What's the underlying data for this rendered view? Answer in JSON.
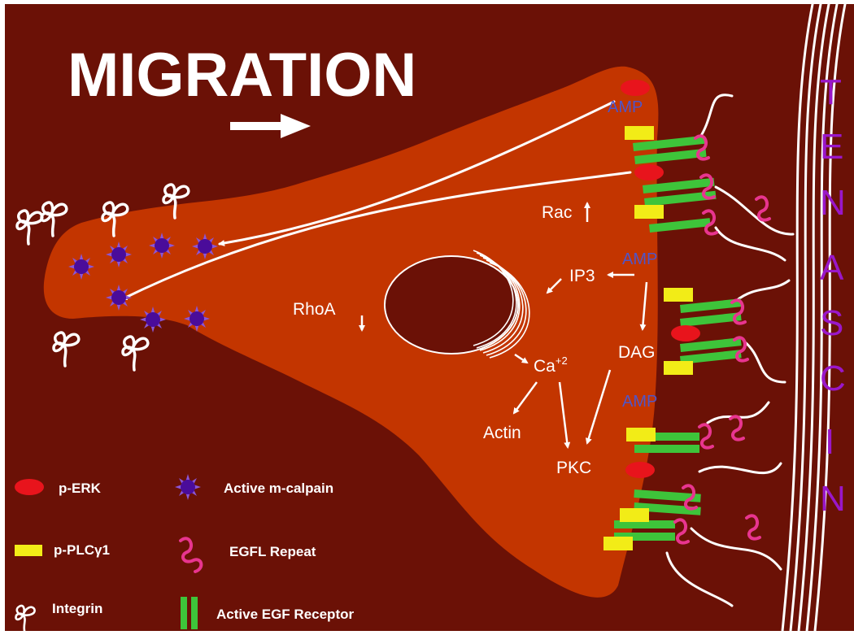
{
  "title": "MIGRATION",
  "labels": {
    "rac": "Rac",
    "rhoa": "RhoA",
    "ip3": "IP3",
    "dag": "DAG",
    "ca": "Ca",
    "ca_sup": "+2",
    "actin": "Actin",
    "pkc": "PKC",
    "amp1": "AMP",
    "amp2": "AMP",
    "amp3": "AMP"
  },
  "tenascin_letters": [
    "T",
    "E",
    "N",
    "A",
    "S",
    "C",
    "I",
    "N"
  ],
  "legend": {
    "perk": "p-ERK",
    "pplc": "p-PLCγ1",
    "integrin": "Integrin",
    "calpain": "Active m-calpain",
    "egfl": "EGFL Repeat",
    "egfr": "Active EGF Receptor"
  },
  "colors": {
    "background": "#6b1106",
    "cell": "#c33500",
    "perk": "#e8141c",
    "pplc": "#f2ec17",
    "egfr": "#3ec43a",
    "egfl": "#e8358f",
    "calpain": "#4a0c9a",
    "tenascin_text": "#9a17c9",
    "amp_text": "#4f55c8"
  },
  "icons": [
    "right-arrow-icon",
    "up-arrow-icon",
    "down-arrow-icon",
    "calpain-star-icon",
    "integrin-icon",
    "egfl-repeat-icon"
  ]
}
